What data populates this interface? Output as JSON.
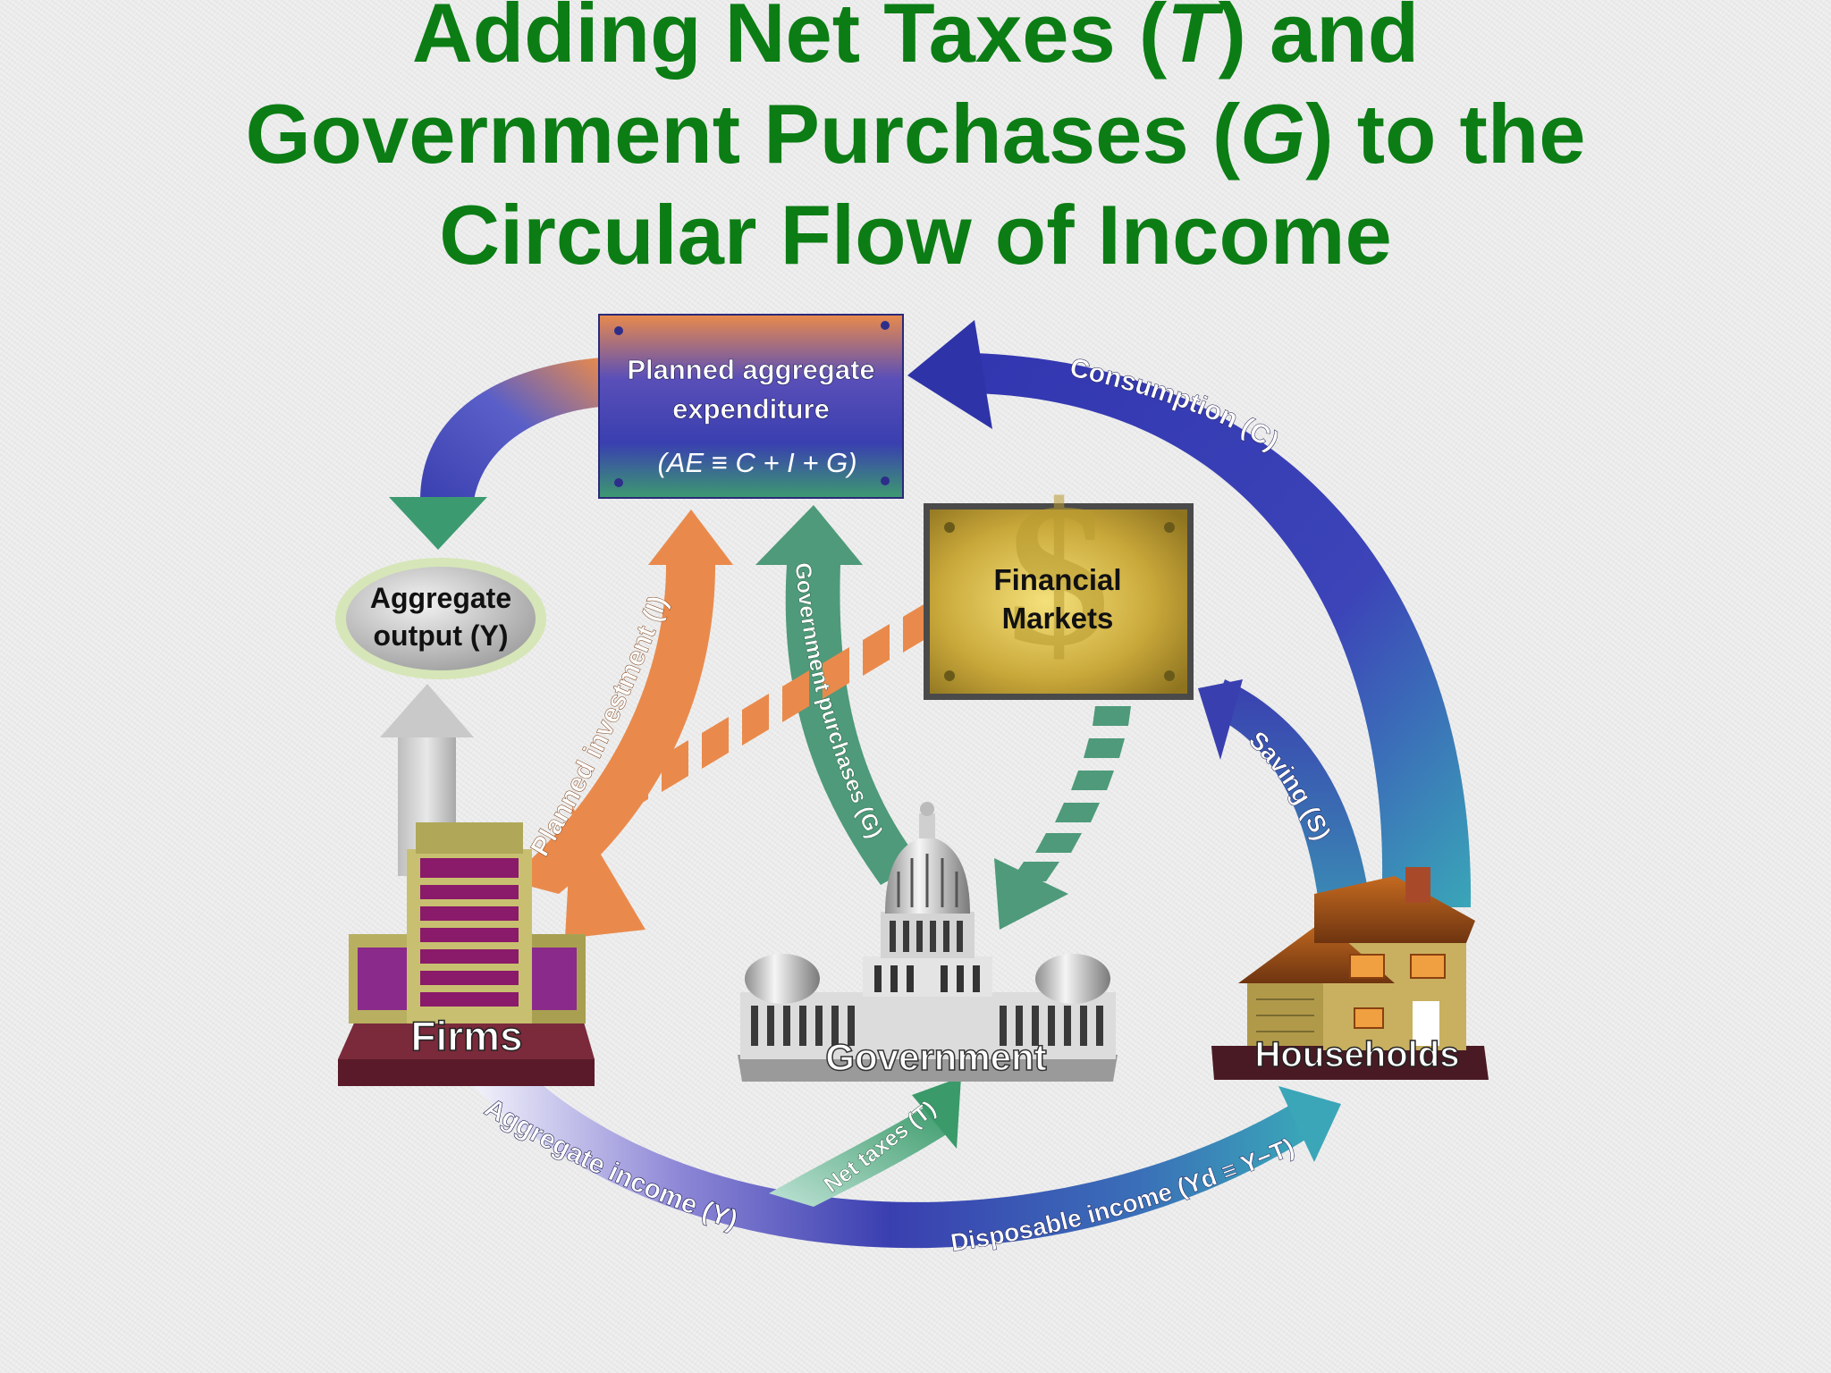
{
  "title": {
    "line1_a": "Adding Net Taxes (",
    "line1_var": "T",
    "line1_b": ") and",
    "line2_a": "Government Purchases (",
    "line2_var": "G",
    "line2_b": ") to the",
    "line3": "Circular Flow of Income"
  },
  "boxes": {
    "planned_ae_line1": "Planned aggregate",
    "planned_ae_line2": "expenditure",
    "planned_ae_formula": "(AE ≡ C + I + G)",
    "financial_markets_line1": "Financial",
    "financial_markets_line2": "Markets",
    "aggregate_output_line1": "Aggregate",
    "aggregate_output_line2": "output (Y)"
  },
  "sectors": {
    "firms": "Firms",
    "government": "Government",
    "households": "Households"
  },
  "flows": {
    "consumption": "Consumption (C)",
    "saving": "Saving (S)",
    "planned_investment": "Planned investment (I)",
    "government_purchases": "Government purchases (G)",
    "net_taxes": "Net taxes (T)",
    "aggregate_income": "Aggregate income (Y)",
    "disposable_income": "Disposable income (Yd ≡ Y−T)"
  },
  "colors": {
    "title": "#0b7d14",
    "flow_blue": "#3a3fb0",
    "flow_orange": "#e98a4c",
    "flow_green": "#4e9a7a",
    "flow_teal": "#3aa6b8"
  }
}
